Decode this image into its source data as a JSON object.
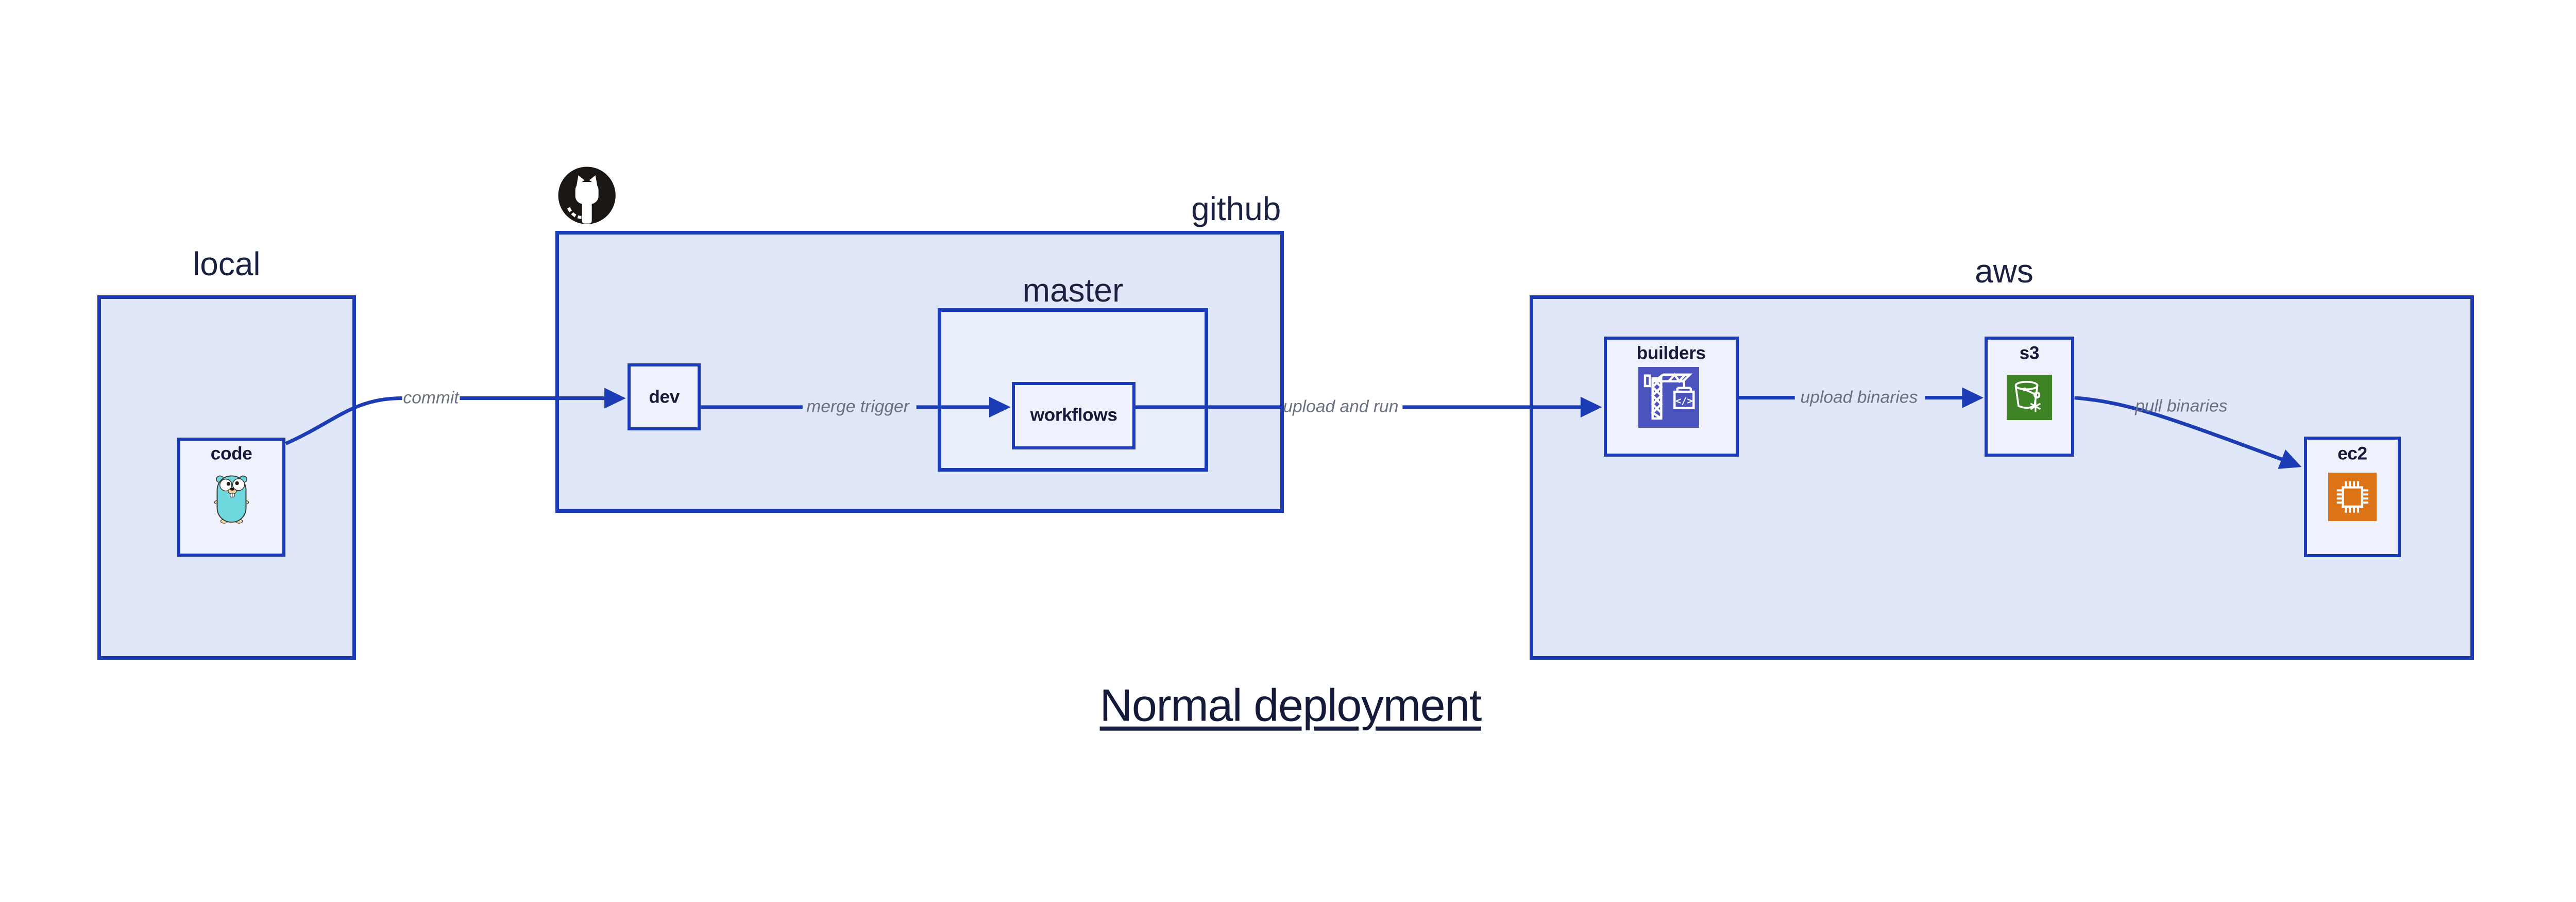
{
  "title": {
    "text": "Normal deployment"
  },
  "groups": {
    "local": {
      "label": "local"
    },
    "github": {
      "label": "github",
      "logo": "github-octocat"
    },
    "master": {
      "label": "master"
    },
    "aws": {
      "label": "aws"
    }
  },
  "nodes": {
    "code": {
      "label": "code",
      "icon": "go-gopher"
    },
    "dev": {
      "label": "dev"
    },
    "workflows": {
      "label": "workflows"
    },
    "builders": {
      "label": "builders",
      "icon": "aws-codebuild-crane"
    },
    "s3": {
      "label": "s3",
      "icon": "aws-s3-glacier-bucket"
    },
    "ec2": {
      "label": "ec2",
      "icon": "aws-ec2-chip"
    }
  },
  "edges": {
    "commit": {
      "label": "commit"
    },
    "merge_trigger": {
      "label": "merge trigger"
    },
    "upload_and_run": {
      "label": "upload and run"
    },
    "upload_binaries": {
      "label": "upload binaries"
    },
    "pull_binaries": {
      "label": "pull binaries"
    }
  },
  "colors": {
    "connector_blue": "#1c3cb5",
    "group_fill": "#e0e7f8",
    "master_fill": "#e9eefb",
    "node_fill": "#eff2fc",
    "text_navy": "#141a38",
    "edge_label_gray": "#6b7080",
    "codebuild_purple": "#4b53bf",
    "s3_green": "#3e8427",
    "ec2_orange": "#dd7418",
    "octocat_black": "#191614",
    "gopher_teal": "#6fd8de"
  }
}
